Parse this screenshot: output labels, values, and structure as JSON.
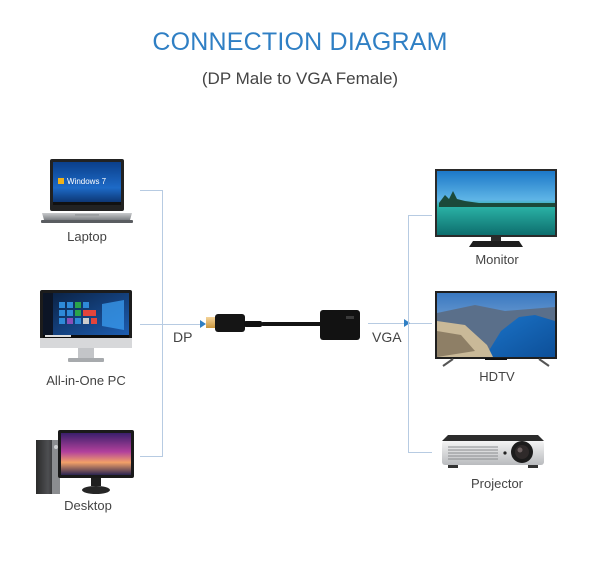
{
  "header": {
    "title": "CONNECTION DIAGRAM",
    "subtitle": "(DP Male to VGA Female)"
  },
  "sources": [
    {
      "label": "Laptop",
      "icon": "laptop-icon",
      "screen_text": "Windows 7"
    },
    {
      "label": "All-in-One PC",
      "icon": "all-in-one-pc-icon"
    },
    {
      "label": "Desktop",
      "icon": "desktop-pc-icon"
    }
  ],
  "adapter": {
    "input_label": "DP",
    "output_label": "VGA",
    "icon": "dp-to-vga-adapter-icon"
  },
  "displays": [
    {
      "label": "Monitor",
      "icon": "monitor-icon"
    },
    {
      "label": "HDTV",
      "icon": "hdtv-icon"
    },
    {
      "label": "Projector",
      "icon": "projector-icon"
    }
  ],
  "colors": {
    "accent": "#2f7fc4",
    "connector_line": "#b7cbe2",
    "text": "#444444"
  }
}
